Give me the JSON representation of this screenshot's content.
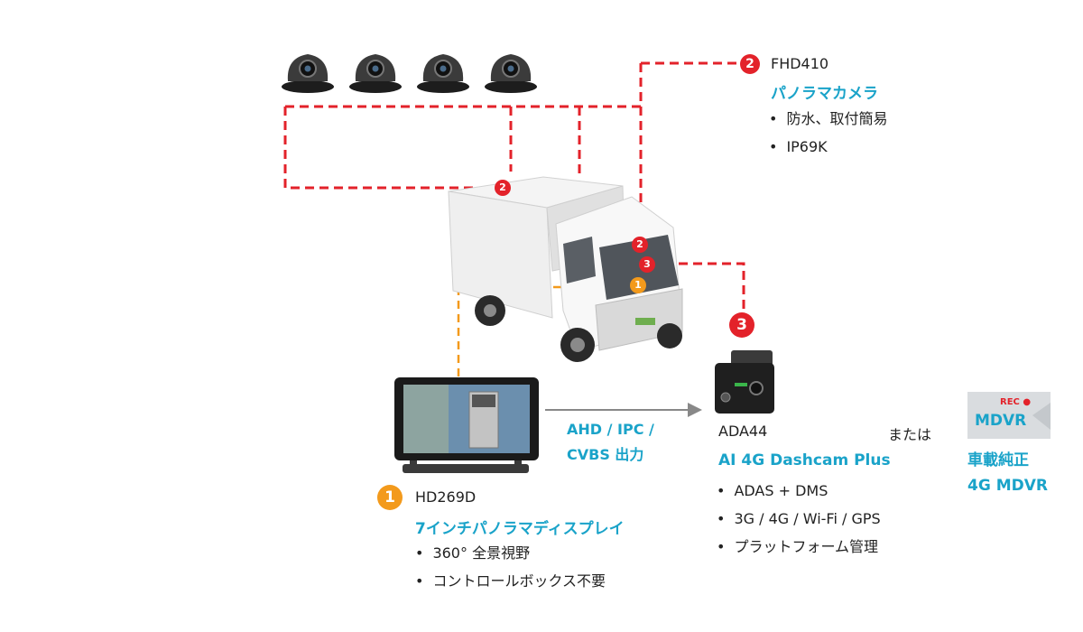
{
  "fhd": {
    "badge": "2",
    "model": "FHD410",
    "name": "パノラマカメラ",
    "features": [
      "防水、取付簡易",
      "IP69K"
    ]
  },
  "hd": {
    "badge": "1",
    "model": "HD269D",
    "name": "7インチパノラマディスプレイ",
    "features": [
      "360° 全景視野",
      "コントロールボックス不要"
    ]
  },
  "ada": {
    "badge": "3",
    "model": "ADA44",
    "name": "AI 4G Dashcam Plus",
    "features": [
      "ADAS + DMS",
      "3G / 4G / Wi-Fi / GPS",
      "プラットフォーム管理"
    ]
  },
  "output": {
    "line1": "AHD / IPC /",
    "line2": "CVBS 出力"
  },
  "or_text": "または",
  "mdvr": {
    "rec": "REC",
    "logo": "MDVR",
    "line1": "車載純正",
    "line2": "4G MDVR"
  },
  "truck_badges": [
    "2",
    "2",
    "3",
    "1"
  ],
  "colors": {
    "red": "#e3222a",
    "orange": "#f39a1c",
    "cyan": "#1aa3c9",
    "arrow": "#888888"
  }
}
